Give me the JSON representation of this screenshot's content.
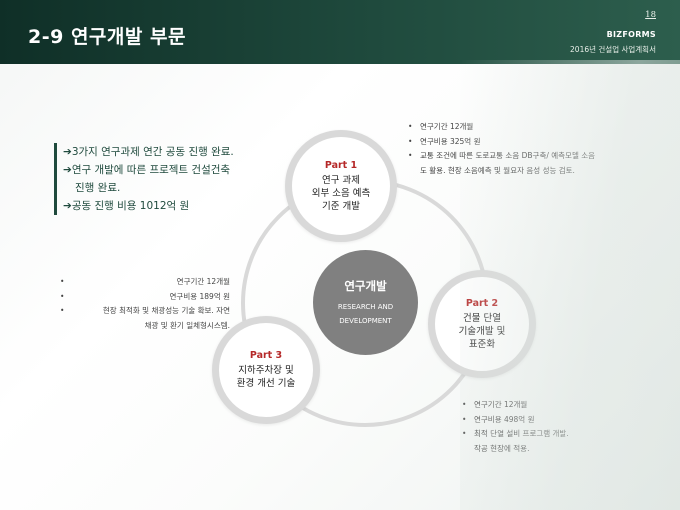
{
  "header": {
    "title": "2-9 연구개발 부문",
    "page_number": "18",
    "brand": "BIZFORMS",
    "document_title": "2016년 건설업 사업계획서"
  },
  "summary": {
    "items": [
      {
        "arrow": "➔",
        "lines": [
          "3가지 연구과제 연간 공동 진행 완료."
        ]
      },
      {
        "arrow": "➔",
        "lines": [
          "연구 개발에 따른 프로젝트 건설건축",
          "진행 완료."
        ]
      },
      {
        "arrow": "➔",
        "lines": [
          "공동 진행 비용 1012억 원"
        ]
      }
    ]
  },
  "center": {
    "title": "연구개발",
    "subtitle_line1": "RESEARCH AND",
    "subtitle_line2": "DEVELOPMENT"
  },
  "parts": [
    {
      "label": "Part 1",
      "lines": [
        "연구 과제",
        "외부 소음 예측",
        "기준 개발"
      ]
    },
    {
      "label": "Part 2",
      "lines": [
        "건물 단열",
        "기술개발 및",
        "표준화"
      ]
    },
    {
      "label": "Part 3",
      "lines": [
        "지하주차장 및",
        "환경 개선 기술"
      ]
    }
  ],
  "details": {
    "part1": {
      "period": "연구기간 12개월",
      "cost": "연구비용 325억 원",
      "desc_line1": "교통 조건에 따른 도로교통 소음 DB구축/ 예측모델 소음",
      "desc_line2": "도 활용. 현장 소음예측 및 월요자 음성 성능 검토."
    },
    "part3": {
      "period": "연구기간 12개월",
      "cost": "연구비용 189억 원",
      "desc_line1": "현장 최적화 및 채광성능 기술 확보. 자연",
      "desc_line2": "채광 및 환기 일체형시스템."
    },
    "part2": {
      "period": "연구기간 12개월",
      "cost": "연구비용 498억 원",
      "desc_line1": "최적 단열 설비 프로그램 개발.",
      "desc_line2": "작공 현장에 적용."
    }
  },
  "colors": {
    "header_dark": "#0f2f27",
    "header_light": "#2d5e4d",
    "accent_green": "#1f4a3d",
    "part_red": "#b52828",
    "center_gray": "#808080",
    "ring_gray": "#d9d9d9"
  }
}
